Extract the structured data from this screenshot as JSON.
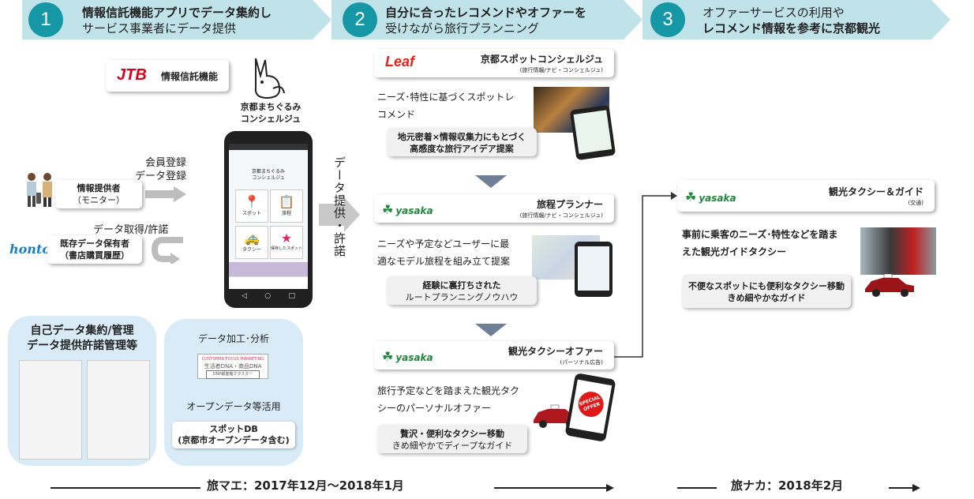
{
  "steps": [
    {
      "num": "1",
      "line1": "情報信託機能アプリでデータ集約し",
      "line2": "サービス事業者にデータ提供"
    },
    {
      "num": "2",
      "line1": "自分に合ったレコメンドやオファーを",
      "line2": "受けながら旅行プランニング"
    },
    {
      "num": "3",
      "line1": "オファーサービスの利用や",
      "line2": "レコメンド情報を参考に京都観光"
    }
  ],
  "left": {
    "jtb_logo": "JTB",
    "jtb_label": "情報信託機能",
    "app_name_line1": "京都まちぐるみ",
    "app_name_line2": "コンシェルジュ",
    "member_reg_line1": "会員登録",
    "member_reg_line2": "データ登録",
    "provider_line1": "情報提供者",
    "provider_line2": "（モニター）",
    "acquire_label": "データ取得/許諾",
    "honto_logo": "honto",
    "holder_line1": "既存データ保有者",
    "holder_line2": "（書店購買履歴）",
    "self_data_line1": "自己データ集約/管理",
    "self_data_line2": "データ提供許諾管理等",
    "processing_label": "データ加工･分析",
    "dnp_line1": "CUSTOMER FOCUS MARKETING",
    "dnp_line2": "生活者DNA・商品DNA",
    "dnp_line3": "DNP顧客軸クラスター",
    "open_data_label": "オープンデータ等活用",
    "spot_db_line1": "スポットDB",
    "spot_db_line2": "(京都市オープンデータ含む)",
    "provide_vertical": "データ提供・許諾"
  },
  "phone_screen": {
    "title_line1": "京都まちぐるみ",
    "title_line2": "コンシェルジュ",
    "tiles": [
      {
        "icon": "📍",
        "label": "スポット"
      },
      {
        "icon": "📋",
        "label": "旅程"
      },
      {
        "icon": "🚕",
        "label": "タクシー"
      },
      {
        "icon": "★",
        "label": "保存したスポット"
      }
    ]
  },
  "middle": {
    "leaf_logo": "Leaf",
    "leaf_title": "京都スポットコンシェルジュ",
    "leaf_sub": "(旅行情報/ナビ・コンシェルジュ)",
    "leaf_desc_line1": "ニーズ･特性に基づくスポットレ",
    "leaf_desc_line2": "コメンド",
    "leaf_bubble_line1": "地元密着×情報収集力にもとづく",
    "leaf_bubble_line2": "高感度な旅行アイデア提案",
    "yasaka_logo": "yasaka",
    "planner_title": "旅程プランナー",
    "planner_sub": "(旅行情報/ナビ・コンシェルジュ)",
    "planner_desc_line1": "ニーズや予定などユーザーに最",
    "planner_desc_line2": "適なモデル旅程を組み立て提案",
    "planner_bubble_line1": "経験に裏打ちされた",
    "planner_bubble_line2": "ルートプランニングノウハウ",
    "taxi_offer_title": "観光タクシーオファー",
    "taxi_offer_sub": "(パーソナル広告)",
    "taxi_desc_line1": "旅行予定などを踏まえた観光タク",
    "taxi_desc_line2": "シーのパーソナルオファー",
    "taxi_bubble_line1": "贅沢・便利なタクシー移動",
    "taxi_bubble_line2": "きめ細やかでディープなガイド",
    "special_offer": "SPECIAL OFFER"
  },
  "right": {
    "yasaka_logo": "yasaka",
    "guide_title": "観光タクシー＆ガイド",
    "guide_sub": "(交通)",
    "guide_desc_line1": "事前に乗客のニーズ･特性などを踏ま",
    "guide_desc_line2": "えた観光ガイドタクシー",
    "guide_bubble_line1": "不便なスポットにも便利なタクシー移動",
    "guide_bubble_line2": "きめ細やかなガイド"
  },
  "timeline": {
    "period1": "旅マエ：2017年12月～2018年1月",
    "period2": "旅ナカ：2018年2月"
  },
  "colors": {
    "step_band": "#bfe3e8",
    "step_circle": "#1597a5",
    "panel_blue": "#d9ebf7",
    "yasaka_green": "#23853d",
    "leaf_red": "#e2231a",
    "jtb_red": "#d6001c",
    "honto_blue": "#1b7ec2"
  }
}
